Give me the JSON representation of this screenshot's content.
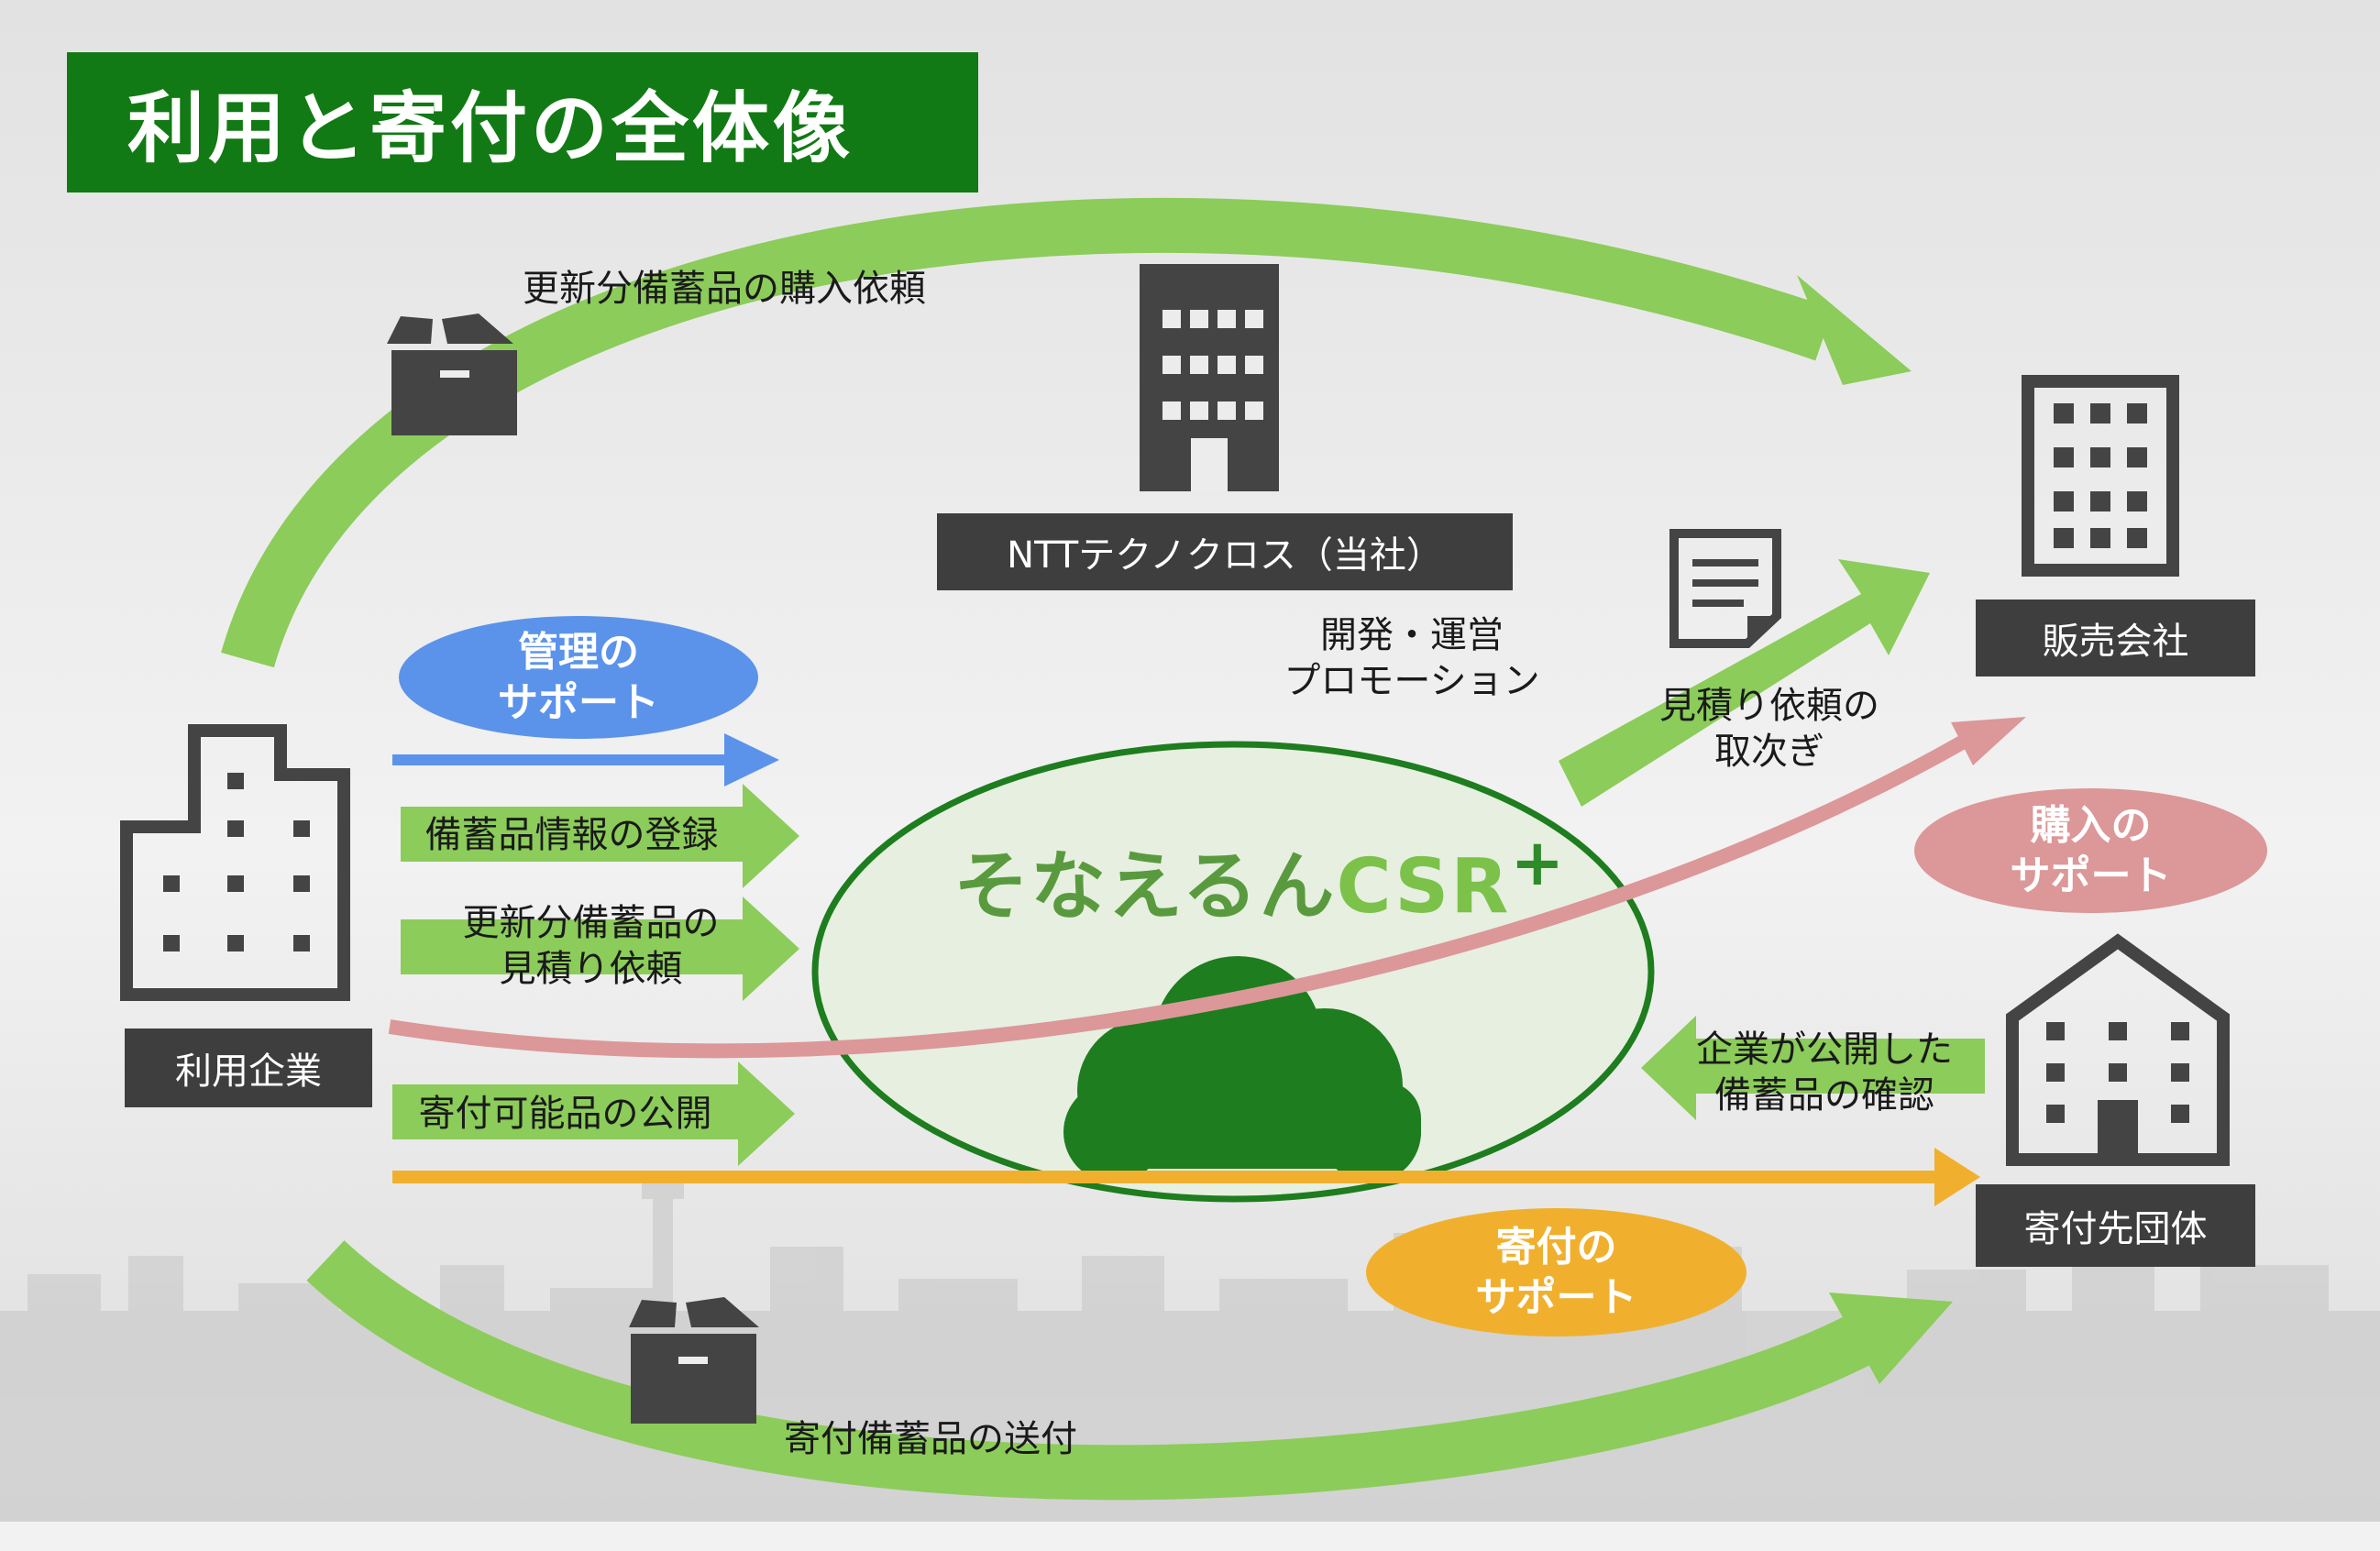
{
  "title": "利用と寄付の全体像",
  "labels": {
    "purchase_request_top": "更新分備蓄品の購入依頼",
    "dev_ops": [
      "開発・運営",
      "プロモーション"
    ],
    "estimate_relay": [
      "見積り依頼の",
      "取次ぎ"
    ],
    "donation_send": "寄付備蓄品の送付"
  },
  "entities": {
    "ntt": "NTTテクノクロス（当社）",
    "sales": "販売会社",
    "user": "利用企業",
    "donee": "寄付先団体"
  },
  "arrows": {
    "register": "備蓄品情報の登録",
    "estimate": [
      "更新分備蓄品の",
      "見積り依頼"
    ],
    "publish": "寄付可能品の公開",
    "confirm": [
      "企業が公開した",
      "備蓄品の確認"
    ]
  },
  "supports": {
    "manage": [
      "管理の",
      "サポート"
    ],
    "purchase": [
      "購入の",
      "サポート"
    ],
    "donate": [
      "寄付の",
      "サポート"
    ]
  },
  "logo": {
    "main": "そなえるん",
    "sub": "CSR",
    "plus": "+"
  },
  "colors": {
    "title_bg": "#127a14",
    "green_arrow": "#8ccc5a",
    "blue": "#5b93ea",
    "pink": "#dc9798",
    "orange": "#f0b02e",
    "dark_box": "#3e3e3e",
    "icon": "#444444",
    "ellipse_fill": "#e6efe0",
    "ellipse_stroke": "#1e7d1e",
    "tree": "#1e7d1e"
  },
  "icons": [
    "box-icon",
    "building-icon",
    "document-icon",
    "house-icon",
    "tree-icon"
  ]
}
